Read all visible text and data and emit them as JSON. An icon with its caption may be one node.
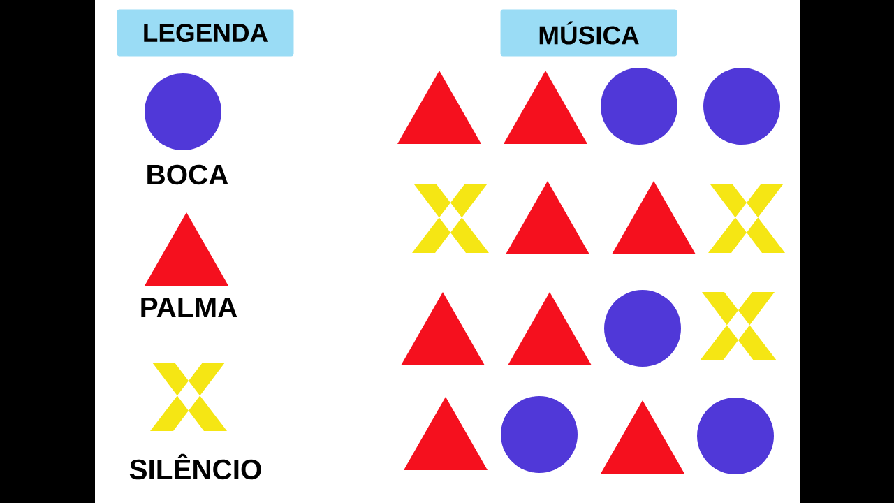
{
  "diagram": {
    "nodes": [
      {
        "text": [
          "LEGENDA"
        ]
      },
      {
        "text": [],
        "shape": "circle"
      },
      {
        "text": [],
        "shape": "triangle"
      },
      {
        "text": [],
        "shape": "cross"
      },
      {
        "text": [
          "MÚSICA"
        ]
      },
      {
        "text": [],
        "shape": "triangle"
      },
      {
        "text": [],
        "shape": "triangle"
      },
      {
        "text": [],
        "shape": "circle"
      },
      {
        "text": [],
        "shape": "circle"
      },
      {
        "text": [],
        "shape": "cross"
      },
      {
        "text": [],
        "shape": "triangle"
      },
      {
        "text": [],
        "shape": "triangle"
      },
      {
        "text": [],
        "shape": "cross"
      },
      {
        "text": [],
        "shape": "triangle"
      },
      {
        "text": [],
        "shape": "triangle"
      },
      {
        "text": [],
        "shape": "circle"
      },
      {
        "text": [],
        "shape": "cross"
      },
      {
        "text": [],
        "shape": "triangle"
      },
      {
        "text": [],
        "shape": "circle"
      },
      {
        "text": [],
        "shape": "triangle"
      },
      {
        "text": [],
        "shape": "circle"
      }
    ],
    "legend": [
      {
        "text": "BOCA"
      },
      {
        "text": "PALMA"
      },
      {
        "text": "SILÊNCIO"
      }
    ]
  }
}
